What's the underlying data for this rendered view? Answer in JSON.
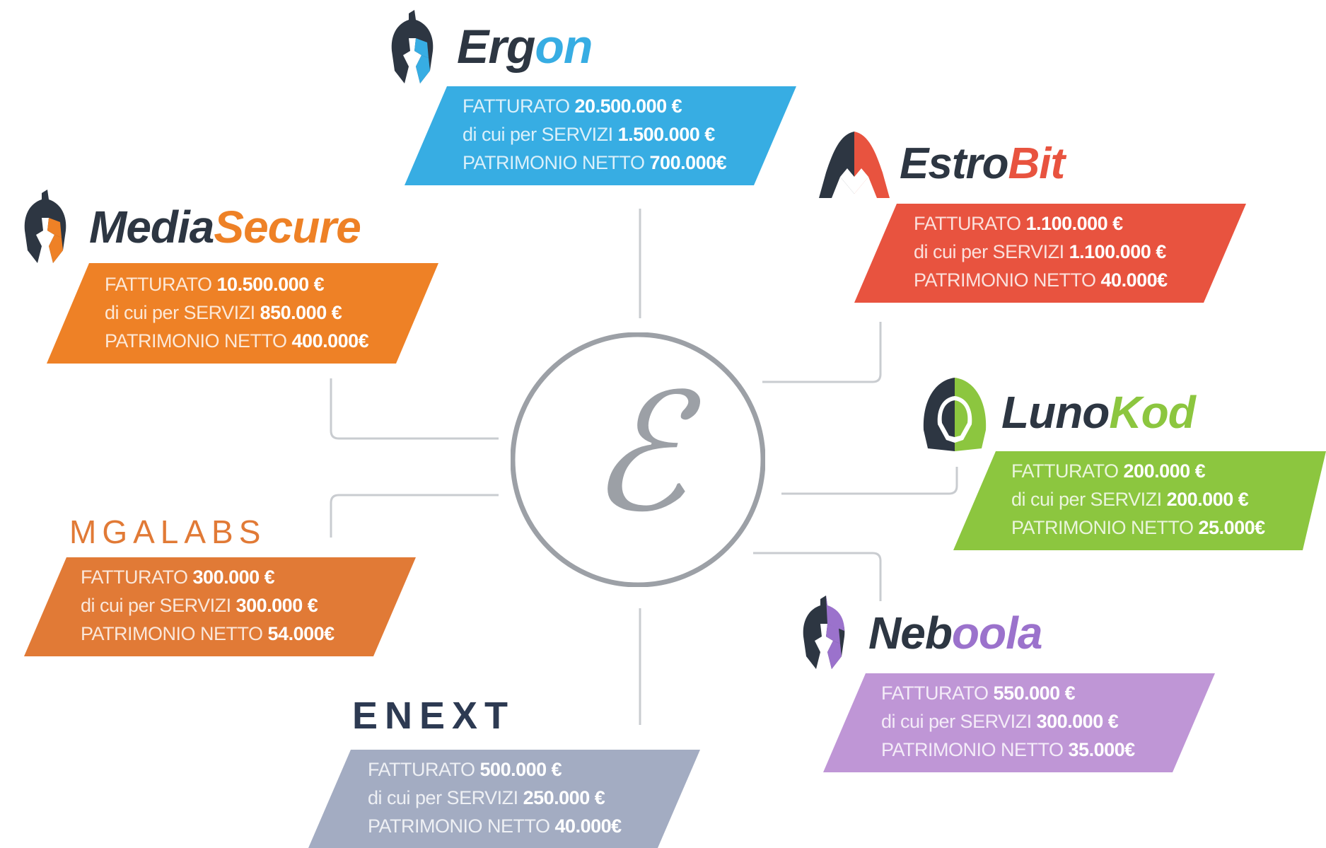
{
  "colors": {
    "ergon": "#37ade3",
    "mediasecure": "#ee8126",
    "estrobit": "#e8533f",
    "lunokod": "#8cc63f",
    "mgalabs": "#e17a36",
    "neboola": "#bf96d6",
    "enext": "#a3acc2",
    "logo_dark": "#2d3642",
    "hub_gray": "#9ca0a6"
  },
  "labels": {
    "revenue": "FATTURATO",
    "services": "di cui per SERVIZI",
    "equity": "PATRIMONIO NETTO"
  },
  "hub": {
    "symbol": "ℰ"
  },
  "companies": {
    "ergon": {
      "name_a": "Erg",
      "name_b": "on",
      "icon": "spartan-helmet-icon",
      "revenue": "20.500.000 €",
      "services": "1.500.000 €",
      "equity": "700.000€"
    },
    "mediasecure": {
      "name_a": "Media",
      "name_b": "Secure",
      "icon": "spartan-helmet-icon",
      "revenue": "10.500.000 €",
      "services": "850.000 €",
      "equity": "400.000€"
    },
    "estrobit": {
      "name_a": "Estro",
      "name_b": "Bit",
      "icon": "hooded-figure-icon",
      "revenue": "1.100.000 €",
      "services": "1.100.000 €",
      "equity": "40.000€"
    },
    "lunokod": {
      "name_a": "Luno",
      "name_b": "Kod",
      "icon": "hooded-mask-icon",
      "revenue": "200.000 €",
      "services": "200.000 €",
      "equity": "25.000€"
    },
    "mgalabs": {
      "name": "MGALABS",
      "revenue": "300.000 €",
      "services": "300.000 €",
      "equity": "54.000€"
    },
    "neboola": {
      "name_a": "Neb",
      "name_b": "oola",
      "icon": "spartan-helmet-icon",
      "revenue": "550.000 €",
      "services": "300.000 €",
      "equity": "35.000€"
    },
    "enext": {
      "name": "ENEXT",
      "revenue": "500.000 €",
      "services": "250.000 €",
      "equity": "40.000€"
    }
  }
}
